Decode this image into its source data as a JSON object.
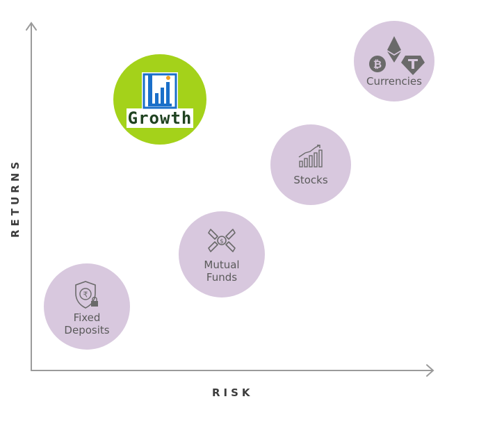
{
  "axes": {
    "x_label": "RISK",
    "y_label": "RETURNS"
  },
  "nodes": [
    {
      "label": "Fixed Deposits",
      "lines": [
        "Fixed",
        "Deposits"
      ],
      "icon": "shield-rupee-lock-icon"
    },
    {
      "label": "Mutual Funds",
      "lines": [
        "Mutual",
        "Funds"
      ],
      "icon": "hands-dollar-icon"
    },
    {
      "label": "Stocks",
      "lines": [
        "Stocks"
      ],
      "icon": "bar-chart-up-icon"
    },
    {
      "label": "Currencies",
      "lines": [
        "Currencies"
      ],
      "icons": [
        "ethereum-icon",
        "bitcoin-icon",
        "tether-icon"
      ]
    }
  ],
  "brand": {
    "text": "Growth",
    "colors": {
      "circle": "#a4d21a",
      "logo_blue": "#1a6fc9",
      "text": "#1f4220"
    }
  },
  "colors": {
    "bubble": "#d8c8de",
    "axis": "#9a9a9a",
    "label": "#5a5a5a"
  }
}
